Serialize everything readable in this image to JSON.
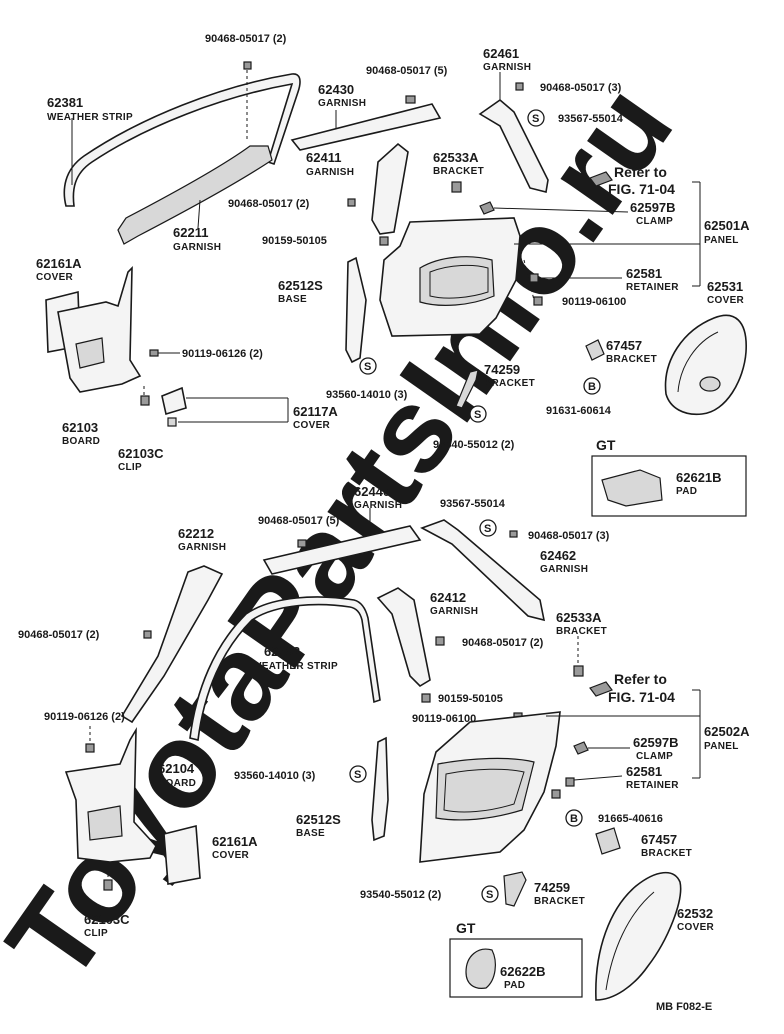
{
  "watermark": "ToyotaPartsInfo.ru",
  "footer_code": "MB  F082-E",
  "upper": {
    "p62381": {
      "num": "62381",
      "name": "WEATHER STRIP"
    },
    "p62211": {
      "num": "62211",
      "name": "GARNISH"
    },
    "p62430": {
      "num": "62430",
      "name": "GARNISH"
    },
    "p62411": {
      "num": "62411",
      "name": "GARNISH"
    },
    "p62461": {
      "num": "62461",
      "name": "GARNISH"
    },
    "p62533A": {
      "num": "62533A",
      "name": "BRACKET"
    },
    "p62597B": {
      "num": "62597B",
      "name": "CLAMP"
    },
    "p62501A": {
      "num": "62501A",
      "name": "PANEL"
    },
    "p62581": {
      "num": "62581",
      "name": "RETAINER"
    },
    "p62531": {
      "num": "62531",
      "name": "COVER"
    },
    "p62161A": {
      "num": "62161A",
      "name": "COVER"
    },
    "p62512S": {
      "num": "62512S",
      "name": "BASE"
    },
    "p67457": {
      "num": "67457",
      "name": "BRACKET"
    },
    "p74259": {
      "num": "74259",
      "name": "BRACKET"
    },
    "p62117A": {
      "num": "62117A",
      "name": "COVER"
    },
    "p62103": {
      "num": "62103",
      "name": "BOARD"
    },
    "p62103C": {
      "num": "62103C",
      "name": "CLIP"
    },
    "p62621B": {
      "num": "62621B",
      "name": "PAD"
    },
    "gt": "GT",
    "refer_to": "Refer to",
    "fig": "FIG. 71-04",
    "f_top": "90468-05017 (2)",
    "f_garnish": "90468-05017 (5)",
    "f_right": "90468-05017 (3)",
    "f_93567": "93567-55014",
    "f_left": "90468-05017 (2)",
    "f_90159": "90159-50105",
    "f_90119_06126": "90119-06126 (2)",
    "f_90119_06100": "90119-06100",
    "f_93560": "93560-14010 (3)",
    "f_93540": "93540-55012 (2)",
    "f_91631": "91631-60614",
    "s_letter": "S",
    "b_letter": "B"
  },
  "lower": {
    "p62440": {
      "num": "62440",
      "name": "GARNISH"
    },
    "p62212": {
      "num": "62212",
      "name": "GARNISH"
    },
    "p62462": {
      "num": "62462",
      "name": "GARNISH"
    },
    "p62412": {
      "num": "62412",
      "name": "GARNISH"
    },
    "p62382": {
      "num": "62382",
      "name": "WEATHER STRIP"
    },
    "p62533A": {
      "num": "62533A",
      "name": "BRACKET"
    },
    "p62502A": {
      "num": "62502A",
      "name": "PANEL"
    },
    "p62597B": {
      "num": "62597B",
      "name": "CLAMP"
    },
    "p62581": {
      "num": "62581",
      "name": "RETAINER"
    },
    "p62104": {
      "num": "62104",
      "name": "BOARD"
    },
    "p62512S": {
      "num": "62512S",
      "name": "BASE"
    },
    "p67457": {
      "num": "67457",
      "name": "BRACKET"
    },
    "p62161A": {
      "num": "62161A",
      "name": "COVER"
    },
    "p74259": {
      "num": "74259",
      "name": "BRACKET"
    },
    "p62532": {
      "num": "62532",
      "name": "COVER"
    },
    "p62103C": {
      "num": "62103C",
      "name": "CLIP"
    },
    "p62622B": {
      "num": "62622B",
      "name": "PAD"
    },
    "gt": "GT",
    "refer_to": "Refer to",
    "fig": "FIG. 71-04",
    "f_93567": "93567-55014",
    "f_garnish": "90468-05017 (5)",
    "f_right": "90468-05017 (3)",
    "f_left": "90468-05017 (2)",
    "f_mid": "90468-05017 (2)",
    "f_90119_06126": "90119-06126 (2)",
    "f_90159": "90159-50105",
    "f_90119_06100": "90119-06100",
    "f_93560": "93560-14010 (3)",
    "f_91665": "91665-40616",
    "f_93540": "93540-55012 (2)",
    "s_letter": "S",
    "b_letter": "B"
  }
}
